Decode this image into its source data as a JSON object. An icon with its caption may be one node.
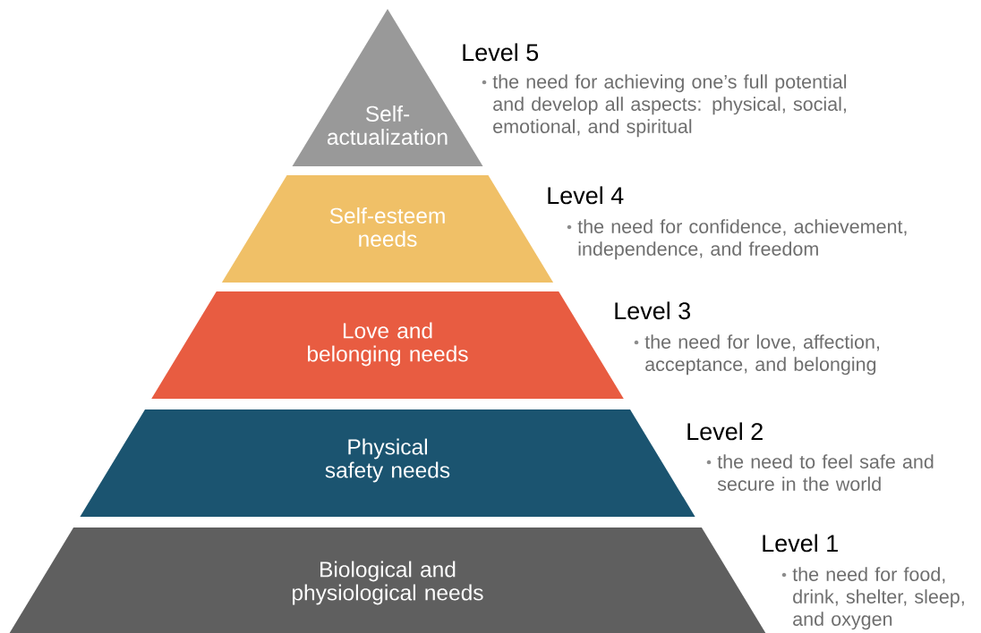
{
  "diagram": {
    "nodes": [
      {
        "text": [
          "Self-actualization"
        ],
        "beside": [
          "Level 5",
          "the need for achieving one’s full potential and develop all aspects: physical, social, emotional, and spiritual"
        ]
      },
      {
        "text": [
          "Self-esteem needs"
        ],
        "beside": [
          "Level 4",
          "the need for confidence, achievement, independence, and freedom"
        ]
      },
      {
        "text": [
          "Love and belonging needs"
        ],
        "beside": [
          "Level 3",
          "the need for love, affection, acceptance, and belonging"
        ]
      },
      {
        "text": [
          "Physical safety needs"
        ],
        "beside": [
          "Level 2",
          "the need to feel safe and secure in the world"
        ]
      },
      {
        "text": [
          "Biological and physiological needs"
        ],
        "beside": [
          "Level 1",
          "the need for food, drink, shelter, sleep, and oxygen"
        ]
      }
    ]
  }
}
